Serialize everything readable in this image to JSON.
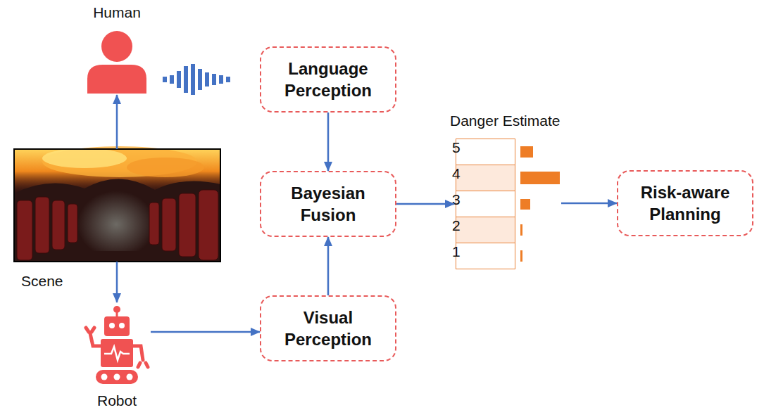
{
  "diagram": {
    "nodes": [
      {
        "text": [
          "Human"
        ]
      },
      {
        "text": [
          "Scene"
        ]
      },
      {
        "text": [
          "Robot"
        ]
      },
      {
        "text": [
          "Language Perception"
        ]
      },
      {
        "text": [
          "Bayesian Fusion"
        ]
      },
      {
        "text": [
          "Visual Perception"
        ]
      },
      {
        "text": [
          "Danger Estimate"
        ]
      },
      {
        "text": [
          "5"
        ],
        "in": 6
      },
      {
        "text": [
          "4"
        ],
        "in": 6
      },
      {
        "text": [
          "3"
        ],
        "in": 6
      },
      {
        "text": [
          "2"
        ],
        "in": 6
      },
      {
        "text": [
          "1"
        ],
        "in": 6
      },
      {
        "text": [
          "Risk-aware Planning"
        ]
      }
    ],
    "edges": [
      {
        "from": 1,
        "to": 0,
        "arrow": "to"
      },
      {
        "from": 1,
        "to": 2,
        "arrow": "to"
      },
      {
        "from": 2,
        "to": 5,
        "arrow": "to"
      },
      {
        "from": 3,
        "to": 4,
        "arrow": "to"
      },
      {
        "from": 5,
        "to": 4,
        "arrow": "to"
      },
      {
        "from": 4,
        "to": 6,
        "arrow": "to"
      },
      {
        "from": 6,
        "to": 12,
        "arrow": "to"
      }
    ]
  }
}
